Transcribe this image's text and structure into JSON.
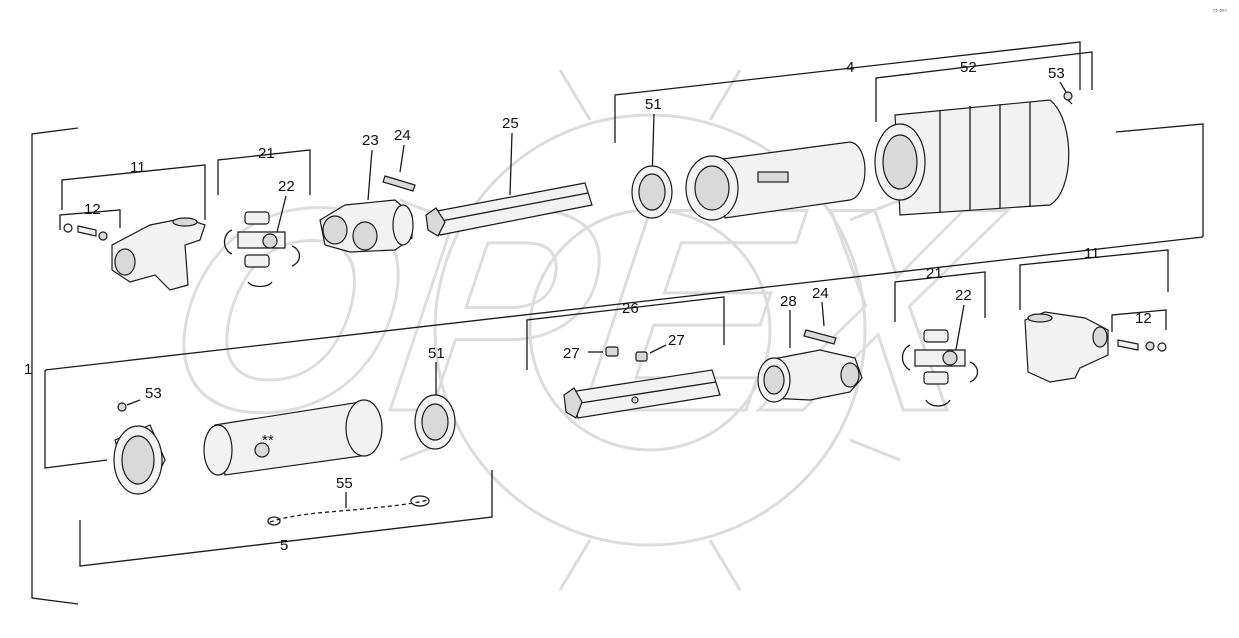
{
  "diagram": {
    "corner_code": "₂₅ ₀₀₀",
    "watermark": "OPEX",
    "labels": {
      "l1": "1",
      "l4": "4",
      "l5": "5",
      "l11a": "11",
      "l11b": "11",
      "l12a": "12",
      "l12b": "12",
      "l21a": "21",
      "l21b": "21",
      "l22a": "22",
      "l22b": "22",
      "l23": "23",
      "l24a": "24",
      "l24b": "24",
      "l25": "25",
      "l26": "26",
      "l27a": "27",
      "l27b": "27",
      "l28": "28",
      "l51a": "51",
      "l51b": "51",
      "l52": "52",
      "l53a": "53",
      "l53b": "53",
      "l55": "55",
      "stars": "**"
    }
  }
}
